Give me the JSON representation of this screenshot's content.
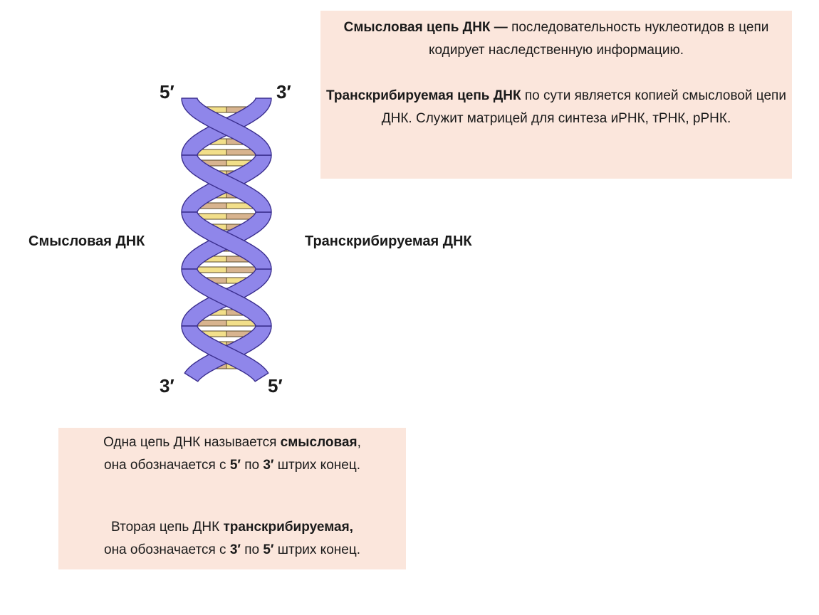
{
  "info_box": {
    "p1_bold": "Смысловая цепь ДНК —",
    "p1_text": " последовательность нуклеотидов в цепи кодирует наследственную информацию.",
    "p2_bold": "Транскрибируемая цепь ДНК",
    "p2_text": " по сути является копией смысловой цепи ДНК. Служит матрицей для синтеза иРНК, тРНК, рРНК."
  },
  "diagram": {
    "left_label": "Смысловая ДНК",
    "right_label": "Транскрибируемая ДНК",
    "top_left_end": "5′",
    "top_right_end": "3′",
    "bottom_left_end": "3′",
    "bottom_right_end": "5′",
    "colors": {
      "strand_fill": "#8f86ea",
      "strand_stroke": "#3b2f8f",
      "base_yellow": "#f2df8a",
      "base_tan": "#d8b48f",
      "base_stroke": "#5a4a2a"
    }
  },
  "note_box": {
    "l1_text": "Одна цепь ДНК называется ",
    "l1_bold": "смысловая",
    "l1_end": ",",
    "l2_a": "она обозначается с ",
    "l2_b": "5′",
    "l2_c": " по ",
    "l2_d": "3′",
    "l2_e": " штрих конец.",
    "l3_text": "Вторая цепь ДНК ",
    "l3_bold": "транскрибируемая,",
    "l4_a": "она обозначается с ",
    "l4_b": "3′",
    "l4_c": " по  ",
    "l4_d": "5′",
    "l4_e": " штрих конец."
  }
}
